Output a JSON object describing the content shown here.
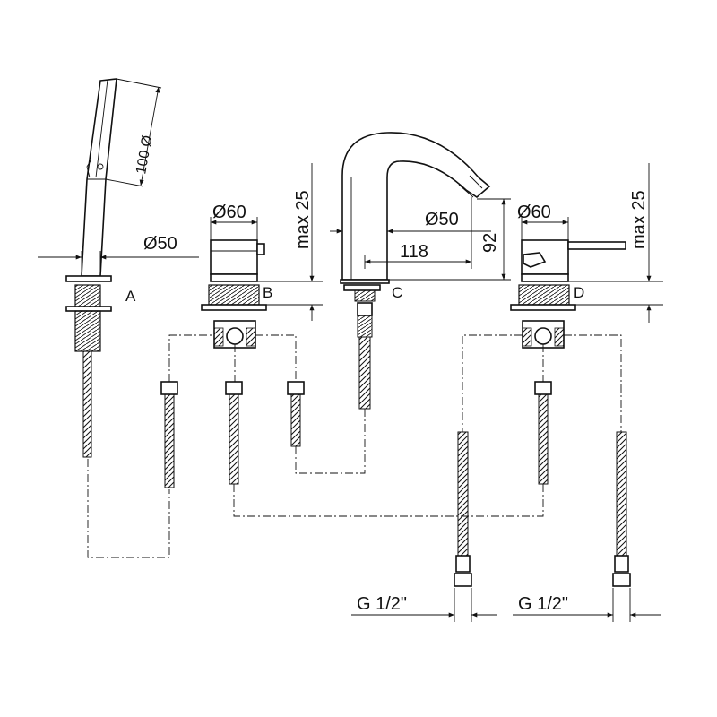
{
  "labels": {
    "a": "A",
    "b": "B",
    "c": "C",
    "d": "D"
  },
  "dimensions": {
    "handshower_diameter": "100 Ø",
    "hose_outlet_diameter": "Ø50",
    "diverter_diameter": "Ø60",
    "diverter_max": "max 25",
    "spout_diameter": "Ø50",
    "spout_reach": "118",
    "spout_height": "92",
    "mixer_diameter": "Ø60",
    "mixer_max": "max 25",
    "connection_left": "G 1/2\"",
    "connection_right": "G 1/2\""
  }
}
